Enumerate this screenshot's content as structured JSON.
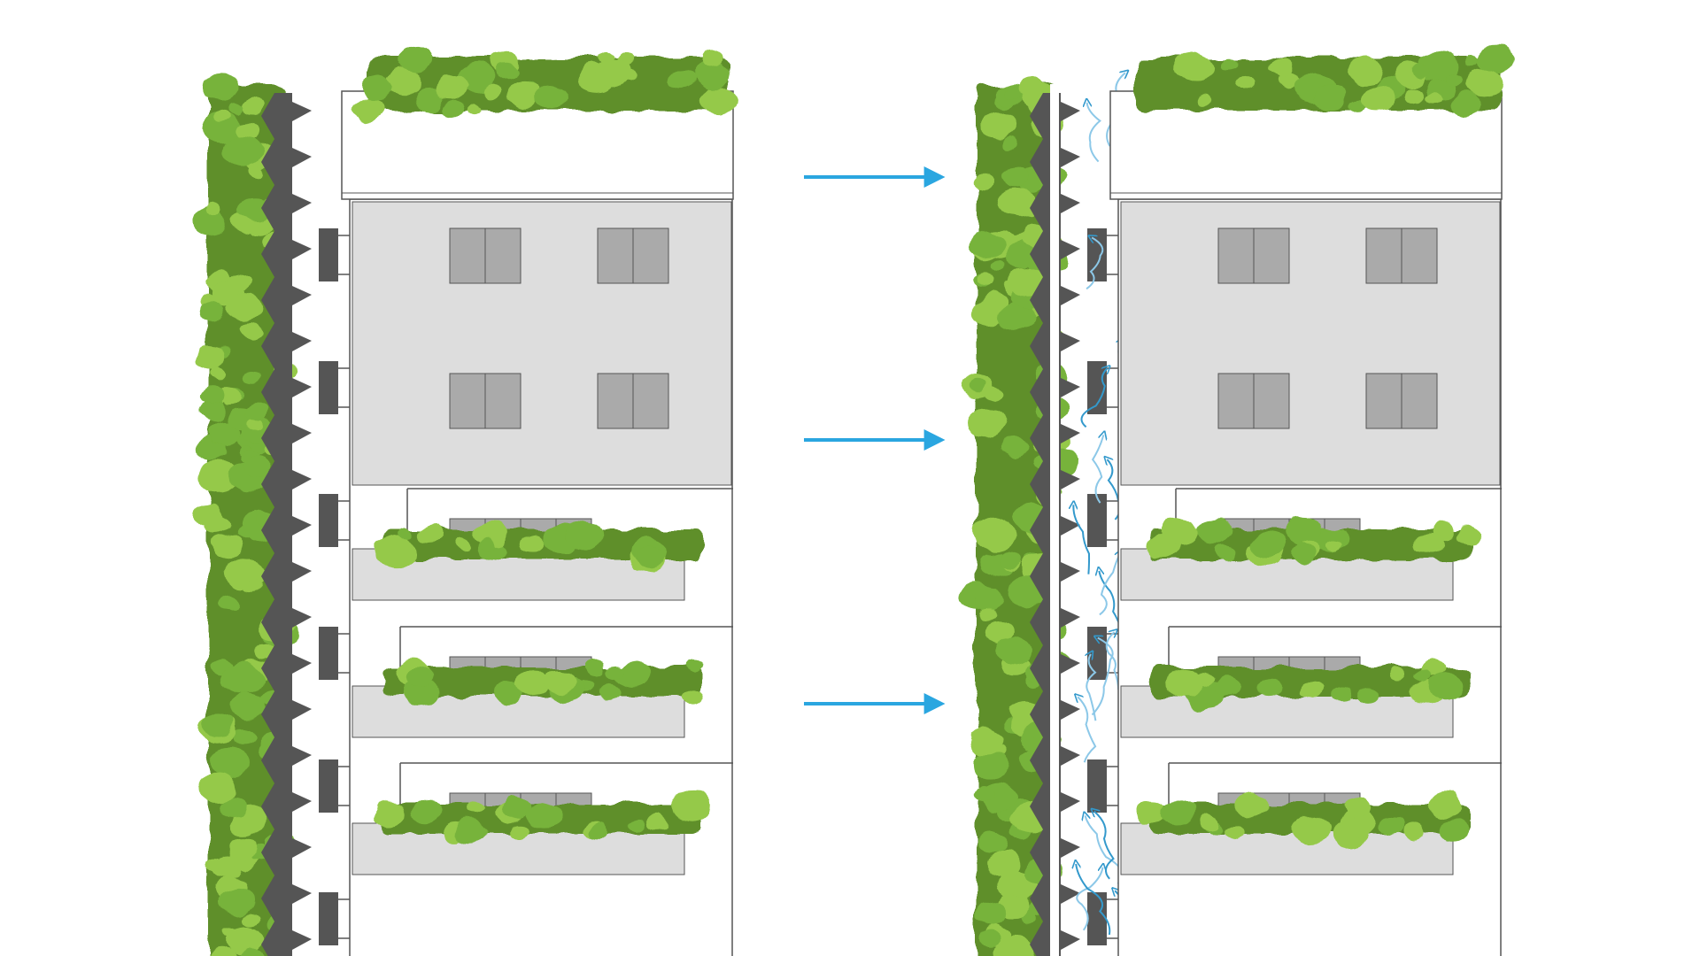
{
  "diagram": {
    "panels": [
      {
        "id": "before",
        "has_gap_airflow": false
      },
      {
        "id": "after",
        "has_gap_airflow": true
      }
    ],
    "wind_arrows": {
      "count": 3
    },
    "colors": {
      "foliage_dark": "#5f8f2c",
      "foliage_mid": "#77b33a",
      "foliage_light": "#95c94a",
      "module_dark": "#555555",
      "facade_grey": "#dddddd",
      "window_grey": "#aaaaaa",
      "outline": "#555555",
      "arrow_blue": "#2aa6e0",
      "airflow_blue": "#3399cc",
      "airflow_light": "#8cc8e8"
    }
  }
}
